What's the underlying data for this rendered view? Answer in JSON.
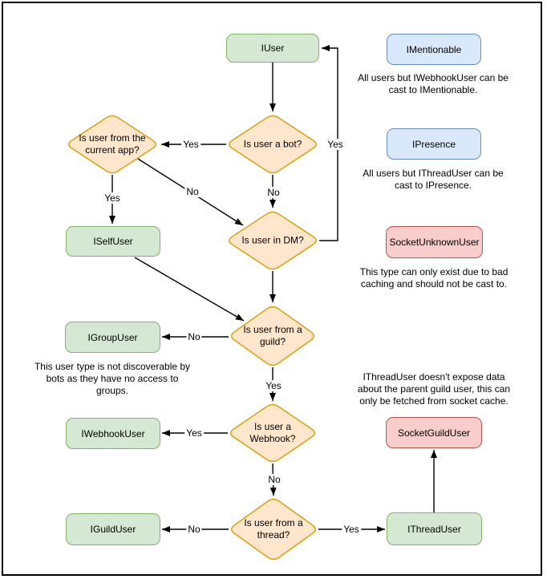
{
  "diagram": {
    "nodes": {
      "iuser": {
        "label": "IUser"
      },
      "imentionable": {
        "label": "IMentionable"
      },
      "ipresence": {
        "label": "IPresence"
      },
      "socket_unknown": {
        "label": "SocketUnknownUser"
      },
      "iself_user": {
        "label": "ISelfUser"
      },
      "igroup_user": {
        "label": "IGroupUser"
      },
      "iwebhook_user": {
        "label": "IWebhookUser"
      },
      "socket_guild": {
        "label": "SocketGuildUser"
      },
      "iguild_user": {
        "label": "IGuildUser"
      },
      "ithread_user": {
        "label": "IThreadUser"
      }
    },
    "decisions": {
      "is_bot": {
        "lines": [
          "Is user a bot?"
        ]
      },
      "from_current_app": {
        "lines": [
          "Is user from the",
          "current app?"
        ]
      },
      "in_dm": {
        "lines": [
          "Is user in DM?"
        ]
      },
      "from_guild": {
        "lines": [
          "Is user from a",
          "guild?"
        ]
      },
      "is_webhook": {
        "lines": [
          "Is user a",
          "Webhook?"
        ]
      },
      "from_thread": {
        "lines": [
          "Is user from a",
          "thread?"
        ]
      }
    },
    "edge_labels": {
      "bot_to_app": "Yes",
      "bot_to_dm": "No",
      "app_to_self": "Yes",
      "app_to_dm": "No",
      "dm_to_iuser": "Yes",
      "guild_to_group": "No",
      "guild_to_webhook": "Yes",
      "webhook_to_iwebhook": "Yes",
      "webhook_to_thread": "No",
      "thread_to_iguild": "No",
      "thread_to_ithread": "Yes"
    },
    "notes": {
      "imentionable": {
        "lines": [
          "All users but IWebhookUser can be",
          "cast to IMentionable."
        ]
      },
      "ipresence": {
        "lines": [
          "All users but IThreadUser can be",
          "cast to IPresence."
        ]
      },
      "socket_unknown": {
        "lines": [
          "This type can only exist due to bad",
          "caching and should not be cast to."
        ]
      },
      "igroup": {
        "lines": [
          "This user type is not discoverable by",
          "bots as they have no access to",
          "groups."
        ]
      },
      "ithread": {
        "lines": [
          "IThreadUser doesn't expose data",
          "about the parent guild user, this can",
          "only be fetched from socket cache."
        ]
      }
    },
    "colors": {
      "green_fill": "#d5e8d4",
      "green_stroke": "#82b366",
      "orange_fill": "#ffe6cc",
      "orange_stroke": "#d79b00",
      "blue_fill": "#dae8fc",
      "blue_stroke": "#6c8ebf",
      "red_fill": "#f8cecc",
      "red_stroke": "#b85450",
      "edge": "#000000"
    }
  }
}
